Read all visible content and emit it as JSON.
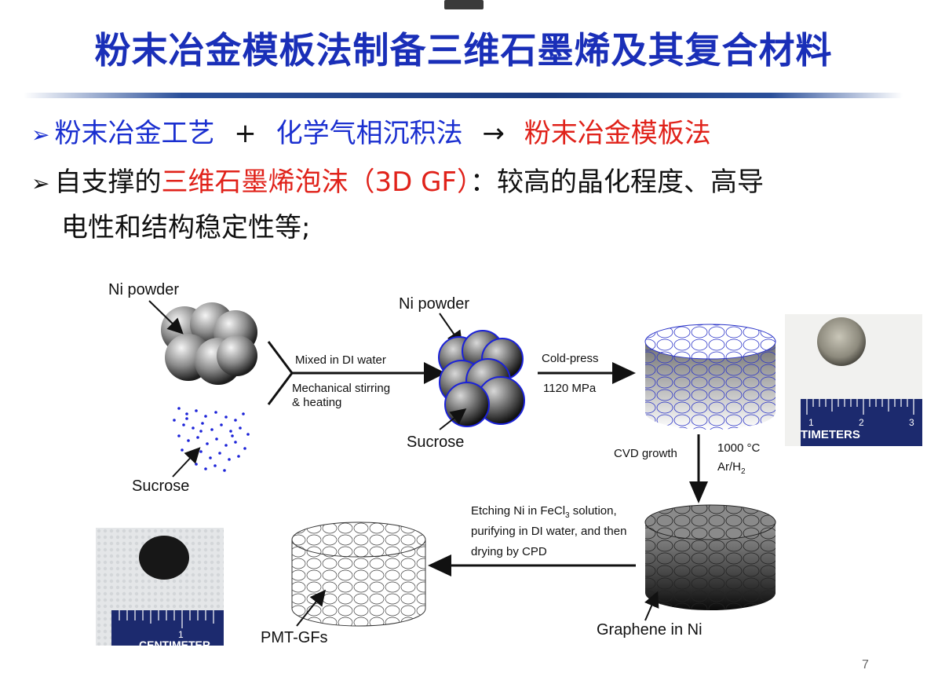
{
  "slide": {
    "title": "粉末冶金模板法制备三维石墨烯及其复合材料",
    "page_number": "7",
    "bullets": {
      "line1": {
        "marker": "➢",
        "part1": "粉末冶金工艺",
        "plus": "+",
        "part2": "化学气相沉积法",
        "arrow": "→",
        "part3": "粉末冶金模板法"
      },
      "line2": {
        "marker": "➢",
        "prefix": "自支撑的",
        "highlight": "三维石墨烯泡沫（3D GF）",
        "suffix": "：较高的晶化程度、高导"
      },
      "line3": {
        "text": "电性和结构稳定性等;"
      }
    },
    "diagram": {
      "ni_powder_1": "Ni powder",
      "sucrose_1": "Sucrose",
      "mix_label": "Mixed in DI water",
      "stir_label_1": "Mechanical stirring",
      "stir_label_2": "& heating",
      "ni_powder_2": "Ni powder",
      "sucrose_2": "Sucrose",
      "cold_press": "Cold-press",
      "pressure": "1120 MPa",
      "cvd_growth": "CVD growth",
      "temperature": "1000 °C",
      "gas": "Ar/H",
      "gas_sub": "2",
      "etch_1a": "Etching Ni in FeCl",
      "etch_1b": "3",
      "etch_1c": " solution,",
      "etch_2": "purifying in DI water, and then",
      "etch_3": "drying by CPD",
      "graphene_in_ni": "Graphene in Ni",
      "pmt_gfs": "PMT-GFs"
    },
    "photos": {
      "top_ruler_text": "TIMETERS",
      "top_ruler_num_1": "1",
      "top_ruler_num_2": "2",
      "top_ruler_num_3": "3",
      "bottom_ruler_num_1": "1",
      "bottom_ruler_text": "CENTIMETER"
    }
  },
  "colors": {
    "title_blue": "#1a2fb8",
    "text_blue": "#1a2fd0",
    "highlight_red": "#e0221a",
    "ruler_blue": "#1c2a6e",
    "sphere_outline": "#1b22d8"
  }
}
